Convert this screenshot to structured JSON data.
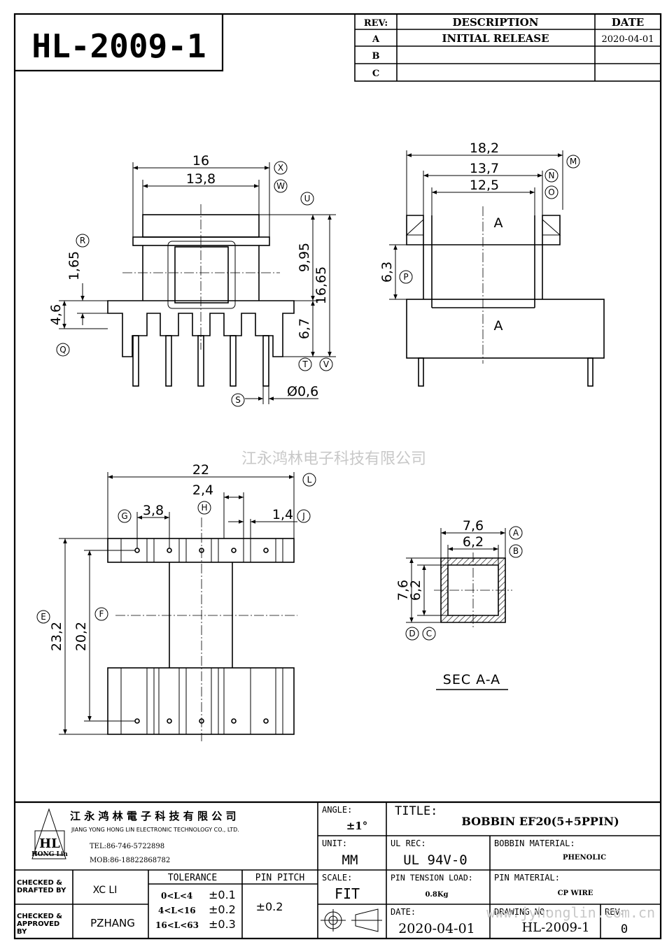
{
  "part_number": "HL-2009-1",
  "revision_table": {
    "headers": [
      "REV:",
      "DESCRIPTION",
      "DATE"
    ],
    "rows": [
      {
        "rev": "A",
        "description": "INITIAL RELEASE",
        "date": "2020-04-01"
      },
      {
        "rev": "B",
        "description": "",
        "date": ""
      },
      {
        "rev": "C",
        "description": "",
        "date": ""
      }
    ]
  },
  "views": {
    "front": {
      "dims": [
        "16",
        "13,8",
        "9,95",
        "16,65",
        "6,7",
        "1,65",
        "4,6",
        "Ø0,6"
      ],
      "markers": [
        "X",
        "W",
        "U",
        "R",
        "Q",
        "T",
        "V",
        "S"
      ]
    },
    "side": {
      "dims": [
        "18,2",
        "13,7",
        "12,5",
        "6,3"
      ],
      "markers": [
        "M",
        "N",
        "O",
        "P"
      ],
      "section_letters": [
        "A",
        "A"
      ]
    },
    "bottom": {
      "dims": [
        "22",
        "2,4",
        "3,8",
        "1,4",
        "23,2",
        "20,2"
      ],
      "markers": [
        "L",
        "H",
        "G",
        "J",
        "E",
        "F"
      ]
    },
    "section": {
      "dims": [
        "7,6",
        "6,2",
        "7,6",
        "6,2"
      ],
      "markers": [
        "A",
        "B",
        "D",
        "C"
      ],
      "title": "SEC A-A"
    }
  },
  "watermark": {
    "company": "江永鸿林电子科技有限公司",
    "url": "www.jyhonglin.com.cn"
  },
  "title_block": {
    "company_cn": "江 永 鸿 林 電 子 科 技 有 限 公 司",
    "company_en": "JIANG YONG HONG LIN ELECTRONIC TECHNOLOGY CO., LTD.",
    "tel": "TEL:86-746-5722898",
    "mob": "MOB:86-18822868782",
    "logo_text": "HL",
    "logo_sub": "HONG Lin",
    "checked_drafted_label": "CHECKED & DRAFTED BY",
    "checked_drafted_value": "XC LI",
    "checked_approved_label": "CHECKED & APPROVED BY",
    "checked_approved_value": "PZHANG",
    "tolerance_label": "TOLERANCE",
    "tolerance_rows": [
      {
        "range": "0<L<4",
        "value": "±0.1"
      },
      {
        "range": "4<L<16",
        "value": "±0.2"
      },
      {
        "range": "16<L<63",
        "value": "±0.3"
      }
    ],
    "pin_pitch_label": "PIN PITCH",
    "pin_pitch_value": "±0.2",
    "angle_label": "ANGLE:",
    "angle_value": "±1°",
    "unit_label": "UNIT:",
    "unit_value": "MM",
    "scale_label": "SCALE:",
    "scale_value": "FIT",
    "title_label": "TITLE:",
    "title_value": "BOBBIN EF20(5+5PPIN)",
    "ul_rec_label": "UL REC:",
    "ul_rec_value": "UL 94V-0",
    "bobbin_material_label": "BOBBIN MATERIAL:",
    "bobbin_material_value": "PHENOLIC",
    "pin_tension_label": "PIN TENSION LOAD:",
    "pin_tension_value": "0.8Kg",
    "pin_material_label": "PIN MATERIAL:",
    "pin_material_value": "CP WIRE",
    "date_label": "DATE:",
    "date_value": "2020-04-01",
    "drawing_no_label": "DRAWING NO:",
    "drawing_no_value": "HL-2009-1",
    "rev_label": "REV:",
    "rev_value": "0"
  }
}
